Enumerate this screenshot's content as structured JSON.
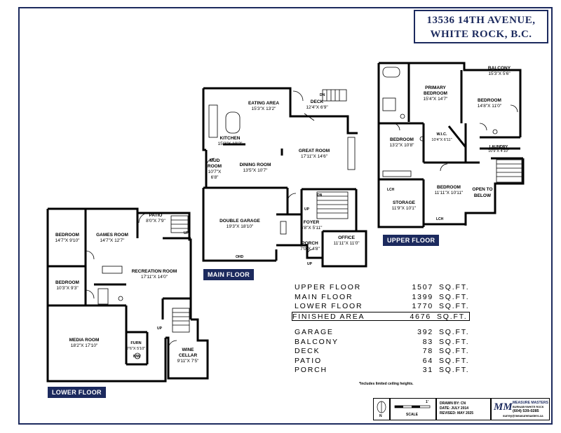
{
  "address": {
    "line1": "13536 14TH AVENUE,",
    "line2": "WHITE ROCK, B.C."
  },
  "floor_labels": {
    "upper": "UPPER FLOOR",
    "main": "MAIN FLOOR",
    "lower": "LOWER FLOOR"
  },
  "rooms": {
    "balcony": {
      "name": "BALCONY",
      "dim": "15'3\"X 5'6\""
    },
    "primary_bedroom": {
      "name": "PRIMARY BEDROOM",
      "dim": "15'4\"X 14'7\""
    },
    "upper_bedroom_right": {
      "name": "BEDROOM",
      "dim": "14'8\"X 11'0\""
    },
    "upper_bedroom_left": {
      "name": "BEDROOM",
      "dim": "13'2\"X 10'8\""
    },
    "wic": {
      "name": "W.I.C.",
      "dim": "10'4\"X 6'11\""
    },
    "laundry": {
      "name": "LAUNDRY",
      "dim": "10'9\"X 4'10\""
    },
    "upper_bedroom_center": {
      "name": "BEDROOM",
      "dim": "11'11\"X 10'11\""
    },
    "storage": {
      "name": "STORAGE",
      "dim": "11'9\"X 10'1\""
    },
    "open_to_below": {
      "name": "OPEN TO BELOW"
    },
    "eating_area": {
      "name": "EATING AREA",
      "dim": "15'3\"X 13'2\""
    },
    "deck": {
      "name": "DECK",
      "dim": "12'4\"X 6'9\""
    },
    "kitchen": {
      "name": "KITCHEN",
      "dim": "15'3\"X 10'2\""
    },
    "mud_room": {
      "name": "MUD ROOM",
      "dim": "10'7\"X 6'8\""
    },
    "dining_room": {
      "name": "DINING ROOM",
      "dim": "13'5\"X 10'7\""
    },
    "great_room": {
      "name": "GREAT ROOM",
      "dim": "17'11\"X 14'6\""
    },
    "double_garage": {
      "name": "DOUBLE GARAGE",
      "dim": "19'3\"X 18'10\""
    },
    "foyer": {
      "name": "FOYER",
      "dim": "6'8\"X 5'11\""
    },
    "porch": {
      "name": "PORCH",
      "dim": "7'0\"X 4'8\""
    },
    "office": {
      "name": "OFFICE",
      "dim": "11'11\"X 11'0\""
    },
    "patio": {
      "name": "PATIO",
      "dim": "8'0\"X 7'9\""
    },
    "lower_bedroom_1": {
      "name": "BEDROOM",
      "dim": "14'7\"X 9'10\""
    },
    "games_room": {
      "name": "GAMES ROOM",
      "dim": "14'7\"X 12'7\""
    },
    "recreation_room": {
      "name": "RECREATION ROOM",
      "dim": "17'11\"X 14'0\""
    },
    "lower_bedroom_2": {
      "name": "BEDROOM",
      "dim": "10'3\"X 9'3\""
    },
    "media_room": {
      "name": "MEDIA ROOM",
      "dim": "18'2\"X 17'10\""
    },
    "furn": {
      "name": "FURN",
      "dim": "7'6\"X 5'10\""
    },
    "wine_cellar": {
      "name": "WINE CELLAR",
      "dim": "9'11\"X 7'5\""
    }
  },
  "marks": {
    "dn": "DN",
    "up": "UP",
    "ohd": "OHD",
    "lch": "LCH",
    "hw": "H/W"
  },
  "areas": [
    {
      "name": "UPPER FLOOR",
      "value": "1507",
      "unit": "SQ.FT."
    },
    {
      "name": "MAIN FLOOR",
      "value": "1399",
      "unit": "SQ.FT."
    },
    {
      "name": "LOWER FLOOR",
      "value": "1770",
      "unit": "SQ.FT."
    },
    {
      "name": "FINISHED AREA",
      "value": "4676",
      "unit": "SQ.FT."
    }
  ],
  "extra_areas": [
    {
      "name": "GARAGE",
      "value": "392",
      "unit": "SQ.FT."
    },
    {
      "name": "BALCONY",
      "value": "83",
      "unit": "SQ.FT."
    },
    {
      "name": "DECK",
      "value": "78",
      "unit": "SQ.FT."
    },
    {
      "name": "PATIO",
      "value": "64",
      "unit": "SQ.FT."
    },
    {
      "name": "PORCH",
      "value": "31",
      "unit": "SQ.FT."
    }
  ],
  "note": "*Includes limited ceiling heights.",
  "footer": {
    "compass": "N",
    "scale": "SCALE",
    "scale_unit": "1'",
    "drawn_by": "DRAWN BY: CN",
    "date": "DATE: JULY 2014",
    "revised": "REVISED: MAY 2025",
    "company": "MEASURE MASTERS",
    "company_sub": "BURNABY/WHITE ROCK",
    "phone": "(604) 539-0285",
    "email": "surrey@measuremasters.ca",
    "logo": "MM"
  },
  "colors": {
    "brand": "#1c2a5e",
    "line": "#000000"
  }
}
